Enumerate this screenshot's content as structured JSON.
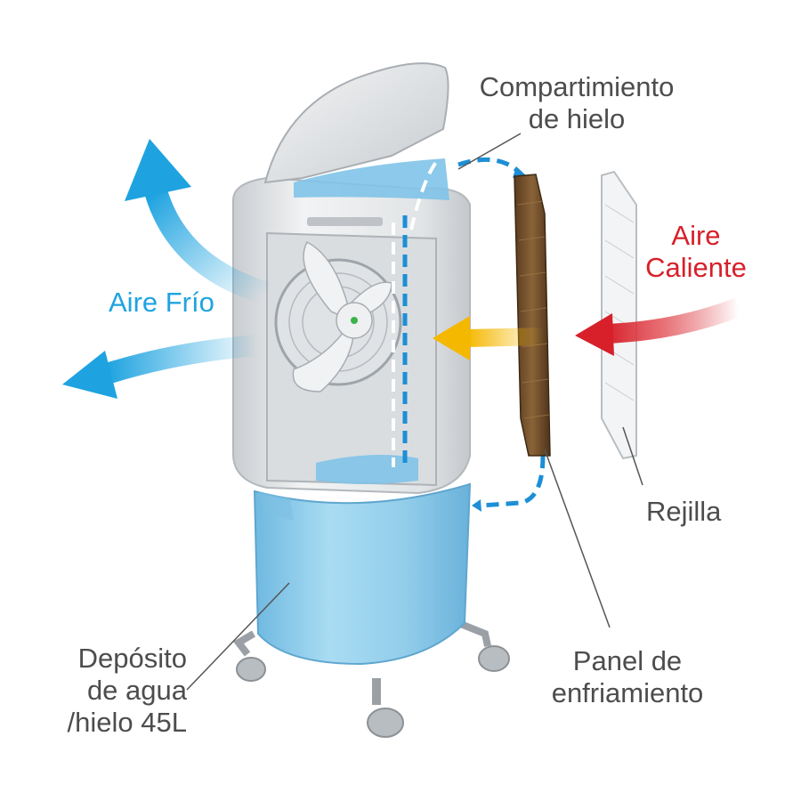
{
  "labels": {
    "ice_compartment": [
      "Compartimiento",
      "de hielo"
    ],
    "hot_air": [
      "Aire",
      "Caliente"
    ],
    "cold_air": "Aire Frío",
    "grille": "Rejilla",
    "cooling_panel": [
      "Panel de",
      "enfriamiento"
    ],
    "tank": [
      "Depósito",
      "de agua",
      "/hielo 45L"
    ]
  },
  "colors": {
    "label_text": "#4d4d4d",
    "hot_air": "#d7202a",
    "cold_air": "#1ea3e0",
    "tank_blue": "#8fcbe8",
    "housing_white": "#e6e8ea",
    "water_flow": "#1c8fd6",
    "air_through_pad": "#f5b800",
    "cooling_pad": "#7a5530"
  },
  "icons": [
    "cold-air-arrow-up",
    "cold-air-arrow-down",
    "hot-air-arrow",
    "warm-to-fan-arrow",
    "water-flow-dashed-line",
    "fan-blades"
  ]
}
